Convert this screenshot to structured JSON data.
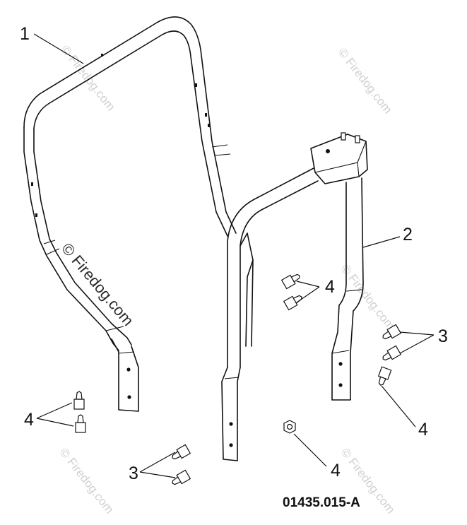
{
  "callouts": {
    "c1": "1",
    "c2": "2",
    "c3a": "3",
    "c3b": "3",
    "c4a": "4",
    "c4b": "4",
    "c4c": "4",
    "c4d": "4"
  },
  "part_number": "01435.015-A",
  "watermarks": {
    "center": "© Firedog.com",
    "top_left": "© Firedog.com",
    "top_right": "© Firedog.com",
    "mid_right": "© Firedog.com",
    "bottom_left": "© Firedog.com",
    "bottom_right": "© Firedog.com"
  }
}
